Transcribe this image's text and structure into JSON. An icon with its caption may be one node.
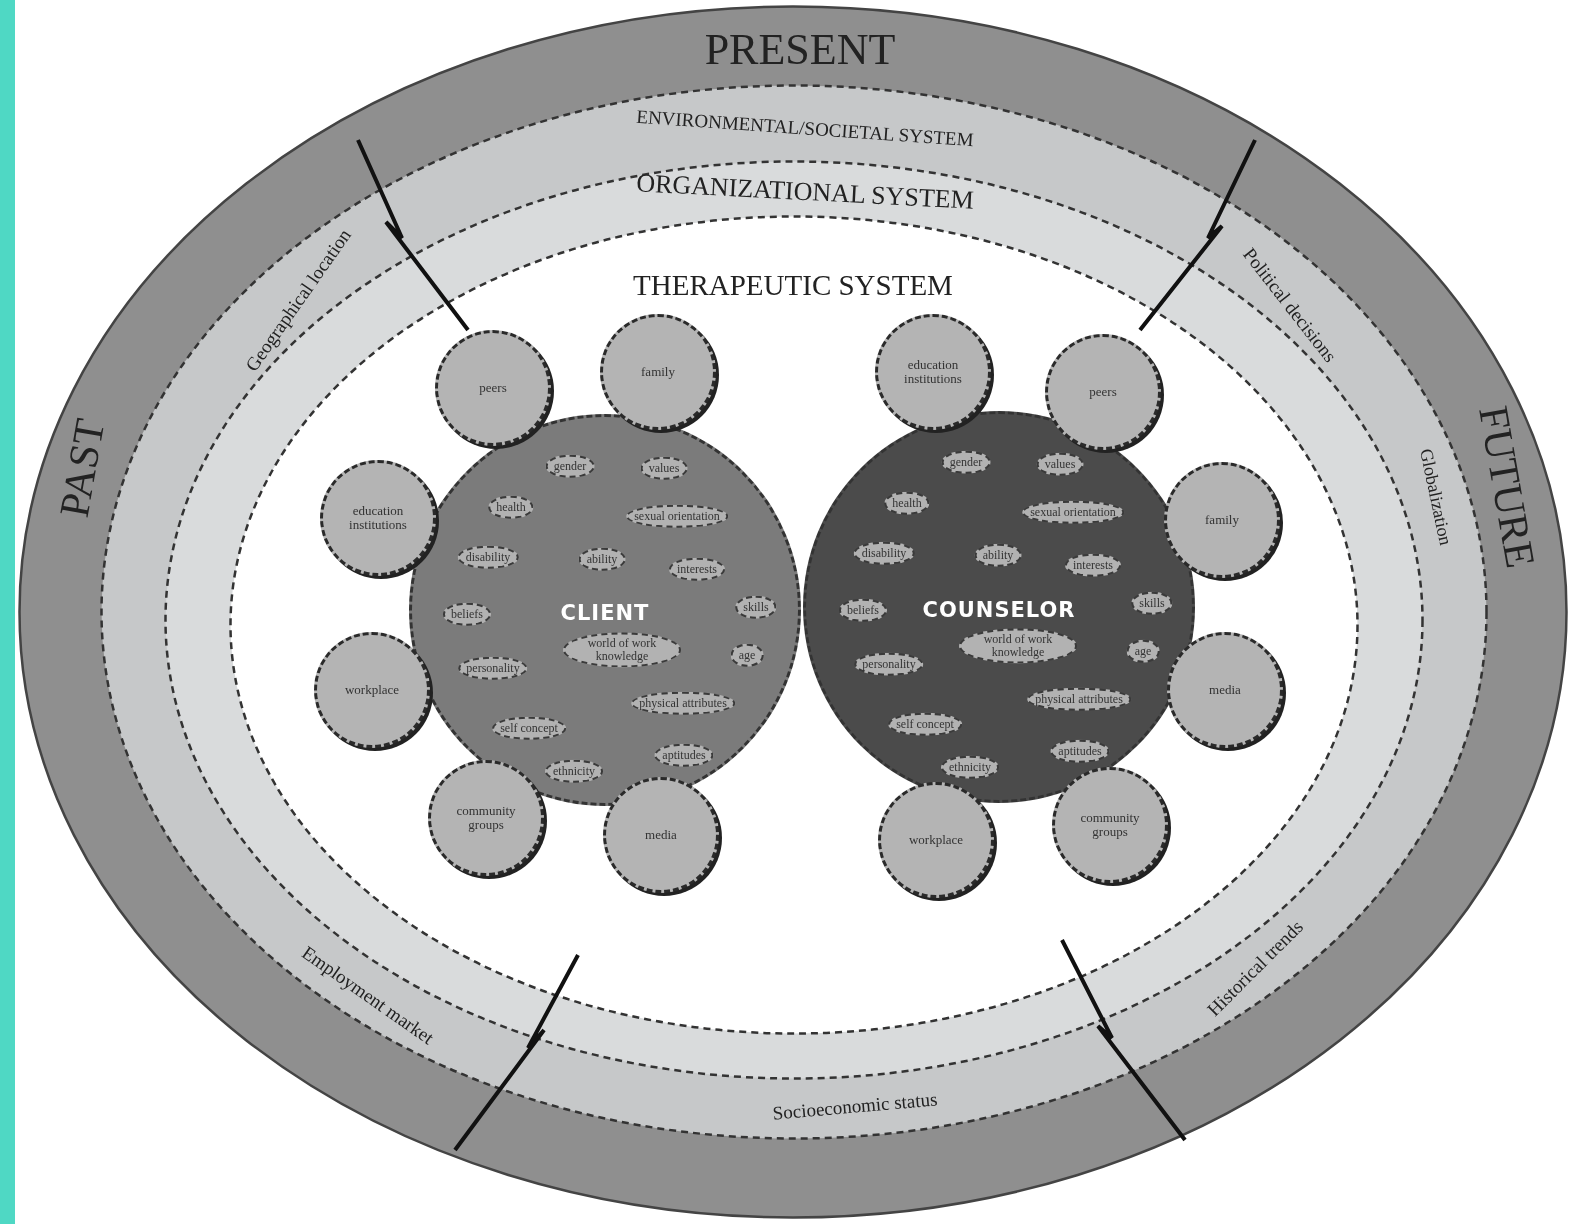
{
  "diagram": {
    "nodes": [
      {
        "text": [
          "PRESENT",
          "PAST",
          "FUTURE"
        ]
      },
      {
        "text": [
          "ENVIRONMENTAL/SOCIETAL SYSTEM",
          "Geographical location",
          "Political decisions",
          "Globalization",
          "Historical trends",
          "Socioeconomic status",
          "Employment market"
        ],
        "in": 0
      },
      {
        "text": [
          "ORGANIZATIONAL SYSTEM"
        ],
        "in": 1
      },
      {
        "text": [
          "THERAPEUTIC SYSTEM"
        ],
        "in": 2
      },
      {
        "text": [
          "CLIENT"
        ],
        "in": 3
      },
      {
        "text": [
          "gender"
        ],
        "in": 4
      },
      {
        "text": [
          "values"
        ],
        "in": 4
      },
      {
        "text": [
          "health"
        ],
        "in": 4
      },
      {
        "text": [
          "sexual orientation"
        ],
        "in": 4
      },
      {
        "text": [
          "disability"
        ],
        "in": 4
      },
      {
        "text": [
          "ability"
        ],
        "in": 4
      },
      {
        "text": [
          "interests"
        ],
        "in": 4
      },
      {
        "text": [
          "beliefs"
        ],
        "in": 4
      },
      {
        "text": [
          "skills"
        ],
        "in": 4
      },
      {
        "text": [
          "world of work knowledge"
        ],
        "in": 4
      },
      {
        "text": [
          "age"
        ],
        "in": 4
      },
      {
        "text": [
          "personality"
        ],
        "in": 4
      },
      {
        "text": [
          "physical attributes"
        ],
        "in": 4
      },
      {
        "text": [
          "self concept"
        ],
        "in": 4
      },
      {
        "text": [
          "aptitudes"
        ],
        "in": 4
      },
      {
        "text": [
          "ethnicity"
        ],
        "in": 4
      },
      {
        "text": [
          "peers"
        ],
        "in": 3
      },
      {
        "text": [
          "family"
        ],
        "in": 3
      },
      {
        "text": [
          "education institutions"
        ],
        "in": 3
      },
      {
        "text": [
          "workplace"
        ],
        "in": 3
      },
      {
        "text": [
          "community groups"
        ],
        "in": 3
      },
      {
        "text": [
          "media"
        ],
        "in": 3
      },
      {
        "text": [
          "COUNSELOR"
        ],
        "in": 3
      },
      {
        "text": [
          "gender"
        ],
        "in": 27
      },
      {
        "text": [
          "values"
        ],
        "in": 27
      },
      {
        "text": [
          "health"
        ],
        "in": 27
      },
      {
        "text": [
          "sexual orientation"
        ],
        "in": 27
      },
      {
        "text": [
          "disability"
        ],
        "in": 27
      },
      {
        "text": [
          "ability"
        ],
        "in": 27
      },
      {
        "text": [
          "interests"
        ],
        "in": 27
      },
      {
        "text": [
          "beliefs"
        ],
        "in": 27
      },
      {
        "text": [
          "skills"
        ],
        "in": 27
      },
      {
        "text": [
          "world of work knowledge"
        ],
        "in": 27
      },
      {
        "text": [
          "age"
        ],
        "in": 27
      },
      {
        "text": [
          "personality"
        ],
        "in": 27
      },
      {
        "text": [
          "physical attributes"
        ],
        "in": 27
      },
      {
        "text": [
          "self concept"
        ],
        "in": 27
      },
      {
        "text": [
          "aptitudes"
        ],
        "in": 27
      },
      {
        "text": [
          "ethnicity"
        ],
        "in": 27
      },
      {
        "text": [
          "education institutions"
        ],
        "in": 3
      },
      {
        "text": [
          "peers"
        ],
        "in": 3
      },
      {
        "text": [
          "family"
        ],
        "in": 3
      },
      {
        "text": [
          "media"
        ],
        "in": 3
      },
      {
        "text": [
          "workplace"
        ],
        "in": 3
      },
      {
        "text": [
          "community groups"
        ],
        "in": 3
      }
    ]
  }
}
